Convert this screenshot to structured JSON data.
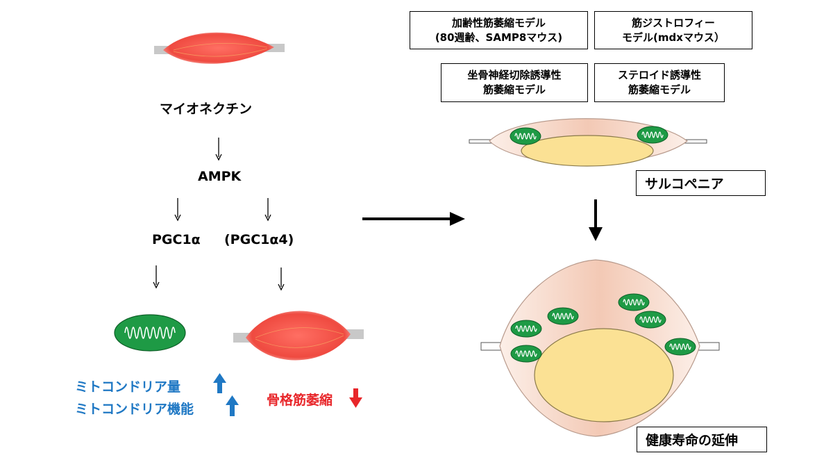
{
  "pathway": {
    "myonectin": "マイオネクチン",
    "ampk": "AMPK",
    "pgc1a": "PGC1α",
    "pgc1a4": "(PGC1α4)",
    "mito_amount": "ミトコンドリア量",
    "mito_function": "ミトコンドリア機能",
    "atrophy": "骨格筋萎縮"
  },
  "models": {
    "aging_line1": "加齢性筋萎縮モデル",
    "aging_line2": "(80週齢、SAMP8マウス)",
    "dystrophy_line1": "筋ジストロフィー",
    "dystrophy_line2": "モデル(mdxマウス）",
    "nerve_line1": "坐骨神経切除誘導性",
    "nerve_line2": "筋萎縮モデル",
    "steroid_line1": "ステロイド誘導性",
    "steroid_line2": "筋萎縮モデル"
  },
  "outcomes": {
    "sarcopenia": "サルコペニア",
    "healthspan": "健康寿命の延伸"
  },
  "colors": {
    "up_arrow": "#1f78c4",
    "down_arrow": "#e8262a",
    "mitochondria": "#1e9a45",
    "muscle": "#f0554a",
    "cell_body": "#f9e3d8",
    "nucleus": "#fbe194"
  }
}
